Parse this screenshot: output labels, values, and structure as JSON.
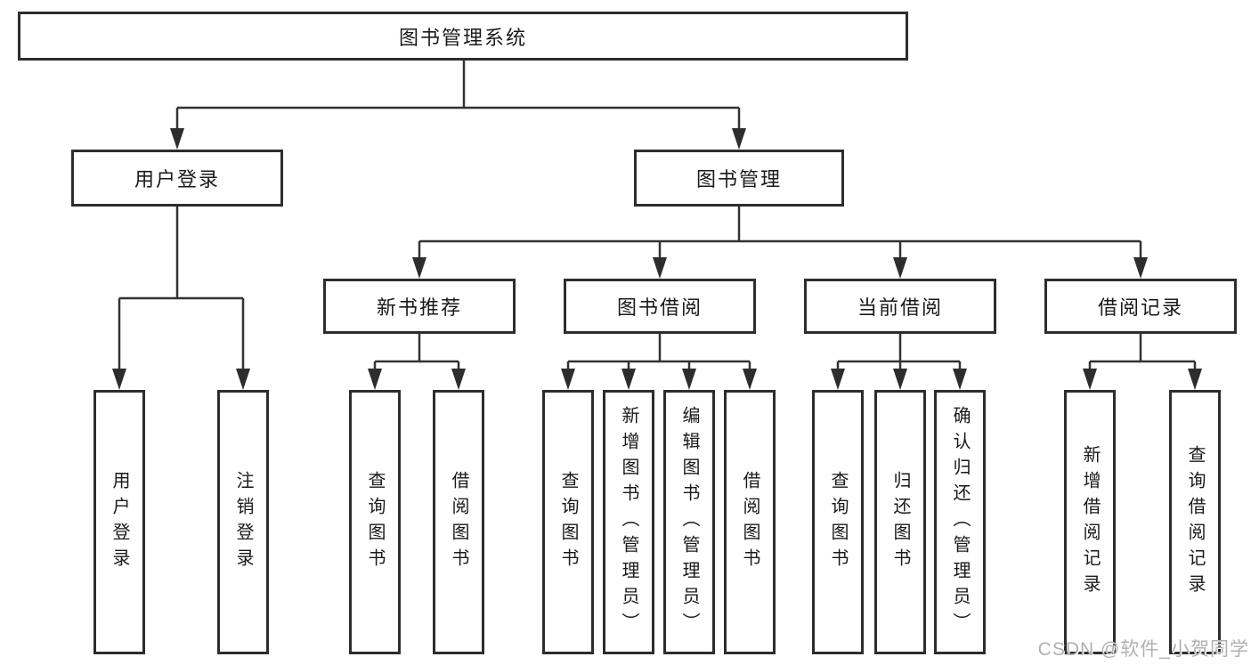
{
  "tree": {
    "root": {
      "label": "图书管理系统"
    },
    "branches": [
      {
        "label": "用户登录",
        "children": [
          {
            "label": "用户登录"
          },
          {
            "label": "注销登录"
          }
        ]
      },
      {
        "label": "图书管理",
        "children": [
          {
            "label": "新书推荐",
            "children": [
              {
                "label": "查询图书"
              },
              {
                "label": "借阅图书"
              }
            ]
          },
          {
            "label": "图书借阅",
            "children": [
              {
                "label": "查询图书"
              },
              {
                "label": "新增图书（管理员）"
              },
              {
                "label": "编辑图书（管理员）"
              },
              {
                "label": "借阅图书"
              }
            ]
          },
          {
            "label": "当前借阅",
            "children": [
              {
                "label": "查询图书"
              },
              {
                "label": "归还图书"
              },
              {
                "label": "确认归还（管理员）"
              }
            ]
          },
          {
            "label": "借阅记录",
            "children": [
              {
                "label": "新增借阅记录"
              },
              {
                "label": "查询借阅记录"
              }
            ]
          }
        ]
      }
    ]
  },
  "watermark": {
    "text": "CSDN @软件_小贺同学"
  },
  "colors": {
    "line": "#333333",
    "box_border": "#2d2d2d",
    "text": "#1a1a1a",
    "watermark": "#b0b0b0",
    "background": "#ffffff"
  }
}
